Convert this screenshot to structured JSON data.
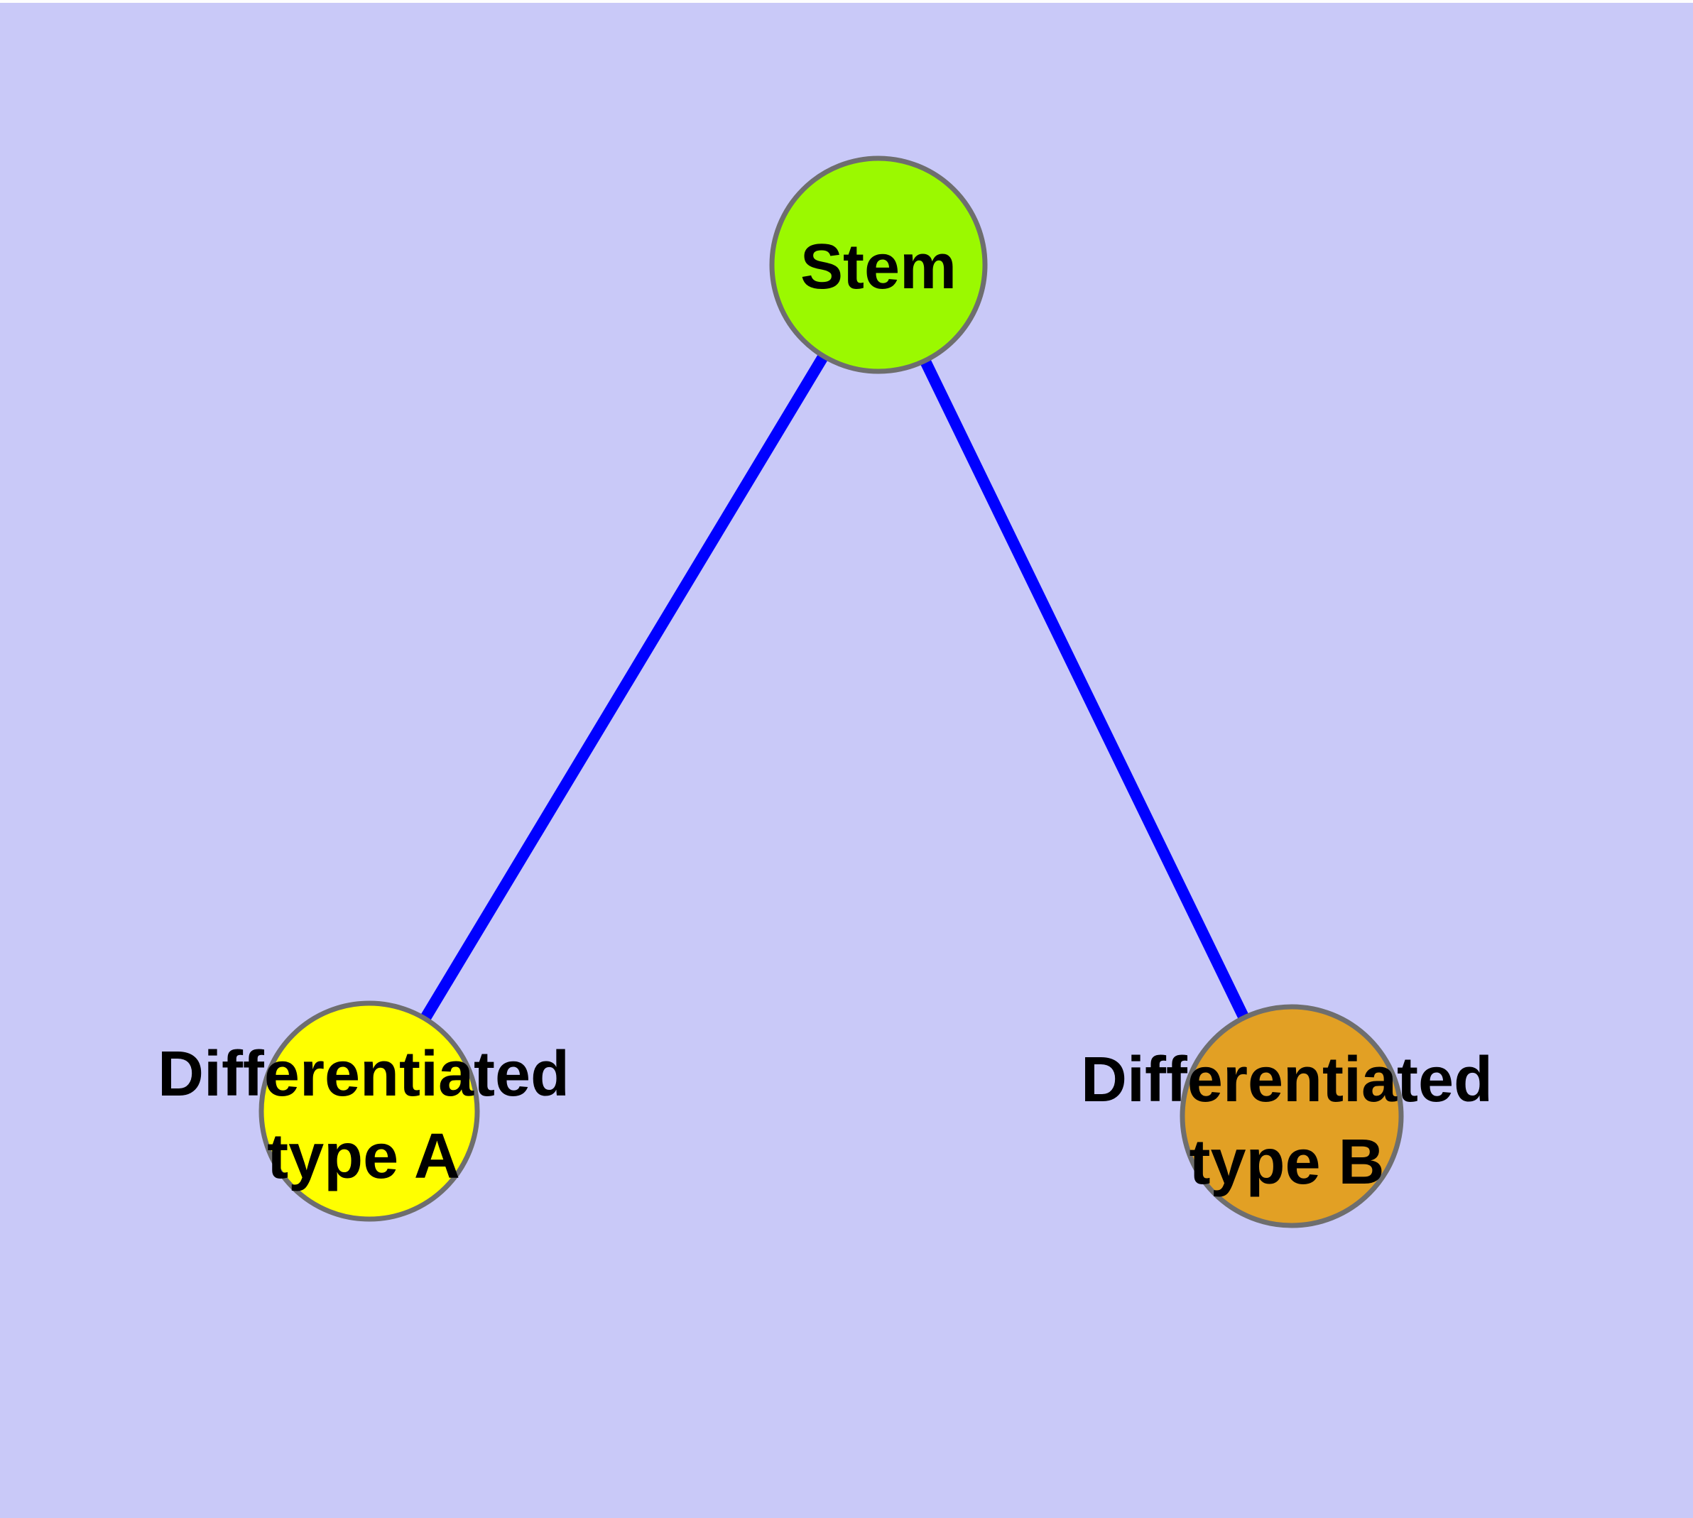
{
  "diagram": {
    "type": "graph",
    "background_color": "#C9C9F8",
    "top_edge_strip_color": "#FDFDFE",
    "edge_color": "#0000FF",
    "node_border_color": "#6E6E6E",
    "label_color": "#000000",
    "nodes": [
      {
        "id": "stem",
        "label": "Stem",
        "fill": "#9BF900"
      },
      {
        "id": "differentiated-type-a",
        "label_line1": "Differentiated",
        "label_line2": "type A",
        "fill": "#FFFF00"
      },
      {
        "id": "differentiated-type-b",
        "label_line1": "Differentiated",
        "label_line2": "type B",
        "fill": "#E2A024"
      }
    ],
    "edges": [
      {
        "from": "Stem",
        "to": "Differentiated type A"
      },
      {
        "from": "Stem",
        "to": "Differentiated type B"
      }
    ]
  }
}
